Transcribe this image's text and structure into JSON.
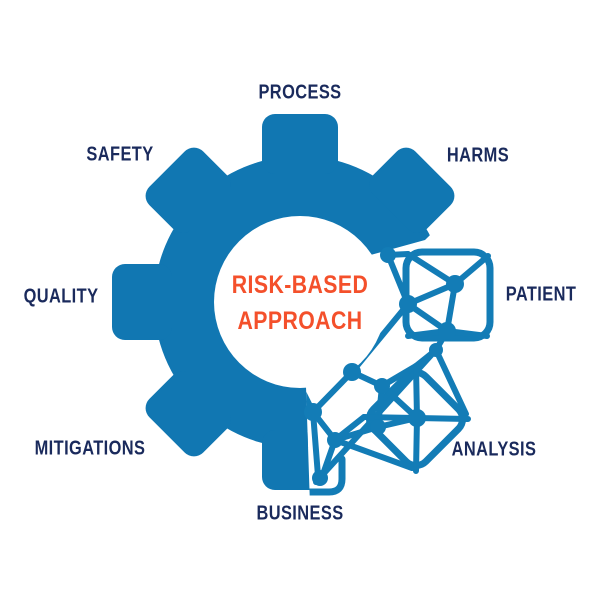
{
  "diagram": {
    "title": "Risk-based approach gear diagram",
    "center": {
      "line1": "RISK-BASED",
      "line2": "APPROACH"
    },
    "labels": {
      "process": {
        "text": "PROCESS"
      },
      "safety": {
        "text": "SAFETY"
      },
      "harms": {
        "text": "HARMS"
      },
      "quality": {
        "text": "QUALITY"
      },
      "patient": {
        "text": "PATIENT"
      },
      "mitigations": {
        "text": "MITIGATIONS"
      },
      "analysis": {
        "text": "ANALYSIS"
      },
      "business": {
        "text": "BUSINESS"
      }
    },
    "colors": {
      "gear_blue": "#1177B2",
      "mesh_blue": "#137CB6",
      "label_navy": "#1A2A5C",
      "accent_orange": "#F4502B",
      "background": "#FFFFFF"
    }
  }
}
